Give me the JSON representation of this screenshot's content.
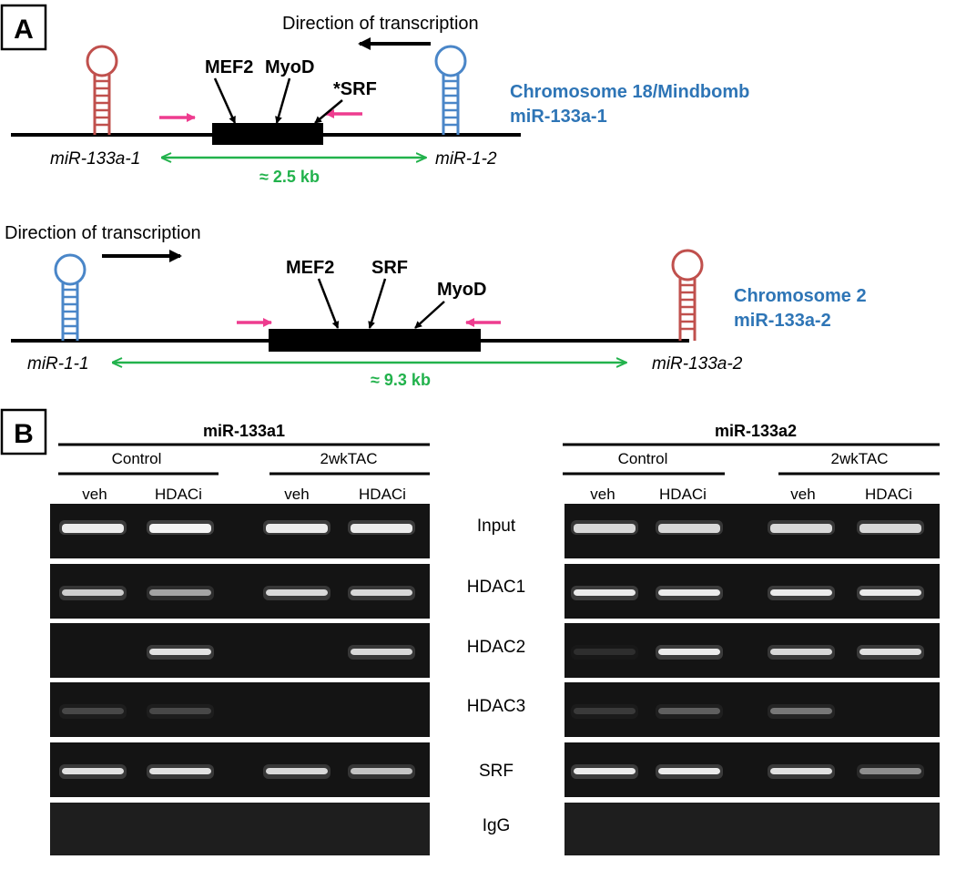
{
  "panel_a": {
    "label": "A",
    "top_locus": {
      "direction_label": "Direction of transcription",
      "sites": [
        "MEF2",
        "MyoD",
        "*SRF"
      ],
      "left_gene": "miR-133a-1",
      "right_gene": "miR-1-2",
      "distance": "≈ 2.5 kb",
      "chromosome": "Chromosome 18/Mindbomb",
      "cluster": "miR-133a-1"
    },
    "bottom_locus": {
      "direction_label": "Direction of transcription",
      "sites": [
        "MEF2",
        "SRF",
        "MyoD"
      ],
      "left_gene": "miR-1-1",
      "right_gene": "miR-133a-2",
      "distance": "≈ 9.3 kb",
      "chromosome": "Chromosome 2",
      "cluster": "miR-133a-2"
    },
    "colors": {
      "hairpin_red": "#c0504d",
      "hairpin_blue": "#4a86c8",
      "primer_pink": "#ee3c8f",
      "distance_green": "#22b24c",
      "chromosome_text_blue": "#2e75b6",
      "arrow_black": "#000000"
    }
  },
  "panel_b": {
    "label": "B",
    "gels": [
      {
        "title": "miR-133a1",
        "groups": [
          "Control",
          "2wkTAC"
        ],
        "lanes": [
          "veh",
          "HDACi",
          "veh",
          "HDACi"
        ]
      },
      {
        "title": "miR-133a2",
        "groups": [
          "Control",
          "2wkTAC"
        ],
        "lanes": [
          "veh",
          "HDACi",
          "veh",
          "HDACi"
        ]
      }
    ],
    "rows": [
      "Input",
      "HDAC1",
      "HDAC2",
      "HDAC3",
      "SRF",
      "IgG"
    ],
    "band_intensity_left": [
      [
        0.95,
        1.0,
        0.95,
        0.95
      ],
      [
        0.8,
        0.6,
        0.85,
        0.85
      ],
      [
        0.0,
        0.9,
        0.0,
        0.85
      ],
      [
        0.2,
        0.2,
        0.0,
        0.0
      ],
      [
        0.9,
        0.9,
        0.85,
        0.75
      ],
      [
        0.0,
        0.0,
        0.0,
        0.0
      ]
    ],
    "band_intensity_right": [
      [
        0.85,
        0.85,
        0.85,
        0.85
      ],
      [
        0.95,
        0.95,
        0.95,
        0.95
      ],
      [
        0.1,
        0.95,
        0.85,
        0.9
      ],
      [
        0.15,
        0.3,
        0.4,
        0.0
      ],
      [
        0.95,
        0.95,
        0.9,
        0.5
      ],
      [
        0.0,
        0.0,
        0.0,
        0.0
      ]
    ]
  }
}
